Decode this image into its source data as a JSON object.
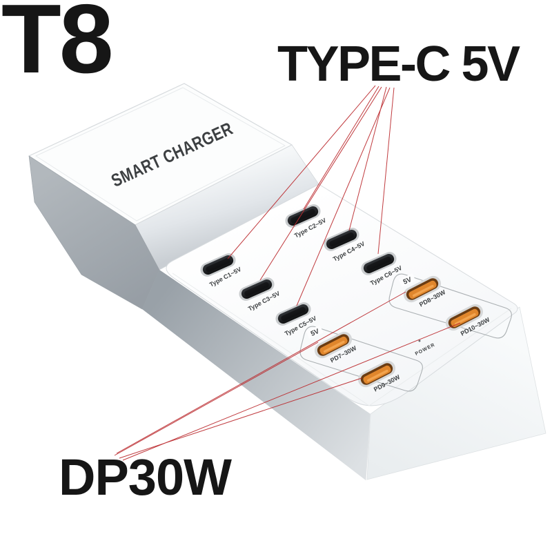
{
  "annotations": {
    "model": "T8",
    "typec_callout": "TYPE-C 5V",
    "pd_callout": "DP30W"
  },
  "device": {
    "brand": "SMART CHARGER",
    "power_label": "POWER",
    "typec_ports": [
      {
        "label": "Type C1~5V"
      },
      {
        "label": "Type C2~5V"
      },
      {
        "label": "Type C3~5V"
      },
      {
        "label": "Type C4~5V"
      },
      {
        "label": "Type C5~5V"
      },
      {
        "label": "Type C6~5V"
      }
    ],
    "pd_ports": [
      {
        "label": "PD7~30W"
      },
      {
        "label": "PD8~30W"
      },
      {
        "label": "PD9~30W"
      },
      {
        "label": "PD10~30W"
      }
    ],
    "pd_groups": [
      {
        "voltage_label": "5V"
      },
      {
        "voltage_label": "5V"
      }
    ]
  },
  "colors": {
    "callout_text": "#161616",
    "callout_line": "#bb2a2e",
    "port_orange": "#e0862c",
    "port_black": "#1c1e20",
    "body_gray_side": "#a8aeb3"
  }
}
